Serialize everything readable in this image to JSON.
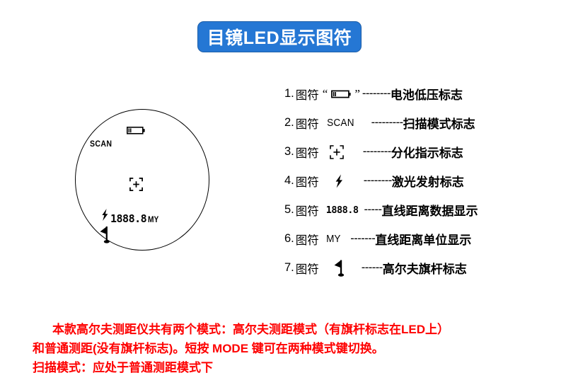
{
  "title": {
    "text": "目镜LED显示图符",
    "background_color": "#2577d4",
    "border_color": "#1c5ea8",
    "text_color": "#ffffff"
  },
  "eyepiece_display": {
    "scan_label": "SCAN",
    "battery_icon": "battery-low-icon",
    "crosshair_icon": "reticle-crosshair-icon",
    "laser_icon": "lightning-bolt-icon",
    "distance_value": "1888.8",
    "distance_unit": "MY",
    "flag_icon": "golf-flag-icon"
  },
  "legend": {
    "items": [
      {
        "index": "1.",
        "word": "图符",
        "quote_open": "“",
        "quote_close": "”",
        "symbol_kind": "battery",
        "symbol_text": "",
        "dashes": "--------",
        "description": "电池低压标志"
      },
      {
        "index": "2.",
        "word": "图符",
        "quote_open": "",
        "quote_close": "",
        "symbol_kind": "text-scan",
        "symbol_text": "SCAN",
        "dashes": "---------",
        "description": "扫描模式标志"
      },
      {
        "index": "3.",
        "word": "图符",
        "quote_open": "",
        "quote_close": "",
        "symbol_kind": "crosshair",
        "symbol_text": "",
        "dashes": "--------",
        "description": "分化指示标志"
      },
      {
        "index": "4.",
        "word": "图符",
        "quote_open": "",
        "quote_close": "",
        "symbol_kind": "bolt",
        "symbol_text": "",
        "dashes": "--------",
        "description": "激光发射标志"
      },
      {
        "index": "5.",
        "word": "图符",
        "quote_open": "",
        "quote_close": "",
        "symbol_kind": "segment-number",
        "symbol_text": "1888.8",
        "dashes": "-----",
        "description": "直线距离数据显示"
      },
      {
        "index": "6.",
        "word": "图符",
        "quote_open": "",
        "quote_close": "",
        "symbol_kind": "text-my",
        "symbol_text": "MY",
        "dashes": "-------",
        "description": "直线距离单位显示"
      },
      {
        "index": "7.",
        "word": "图符",
        "quote_open": "",
        "quote_close": "",
        "symbol_kind": "flag",
        "symbol_text": "",
        "dashes": "------",
        "description": "高尔夫旗杆标志"
      }
    ]
  },
  "note": {
    "color": "#fe0000",
    "line1": "本款高尔夫测距仪共有两个模式：高尔夫测距模式（有旗杆标志在LED上）",
    "line2": "和普通测距(没有旗杆标志)。短按 MODE 键可在两种模式键切换。",
    "line3": "扫描模式：应处于普通测距模式下"
  }
}
